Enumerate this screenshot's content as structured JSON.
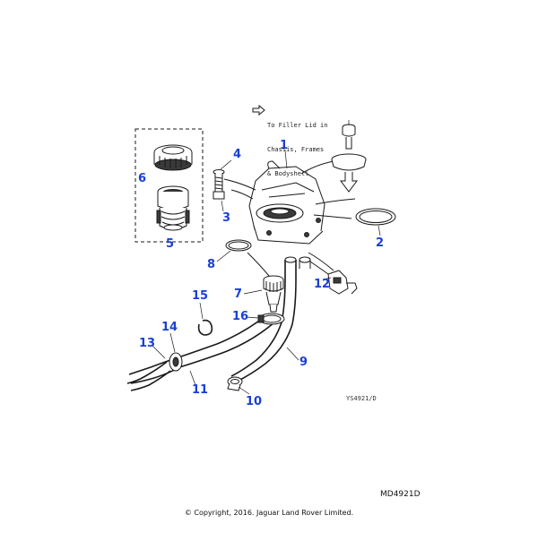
{
  "callouts": {
    "c1": "1",
    "c2": "2",
    "c3": "3",
    "c4": "4",
    "c5": "5",
    "c6": "6",
    "c7": "7",
    "c8": "8",
    "c9": "9",
    "c10": "10",
    "c11": "11",
    "c12": "12",
    "c13": "13",
    "c14": "14",
    "c15": "15",
    "c16": "16"
  },
  "note": {
    "line1": "To Filler Lid in",
    "line2": "Chassis, Frames",
    "line3": "& Bodyshell"
  },
  "drawing_code": "YS4921/D",
  "reference_code": "MD4921D",
  "copyright": "© Copyright, 2016. Jaguar Land Rover Limited.",
  "colors": {
    "callout": "#1a3fd6",
    "line": "#1a1a1a"
  }
}
